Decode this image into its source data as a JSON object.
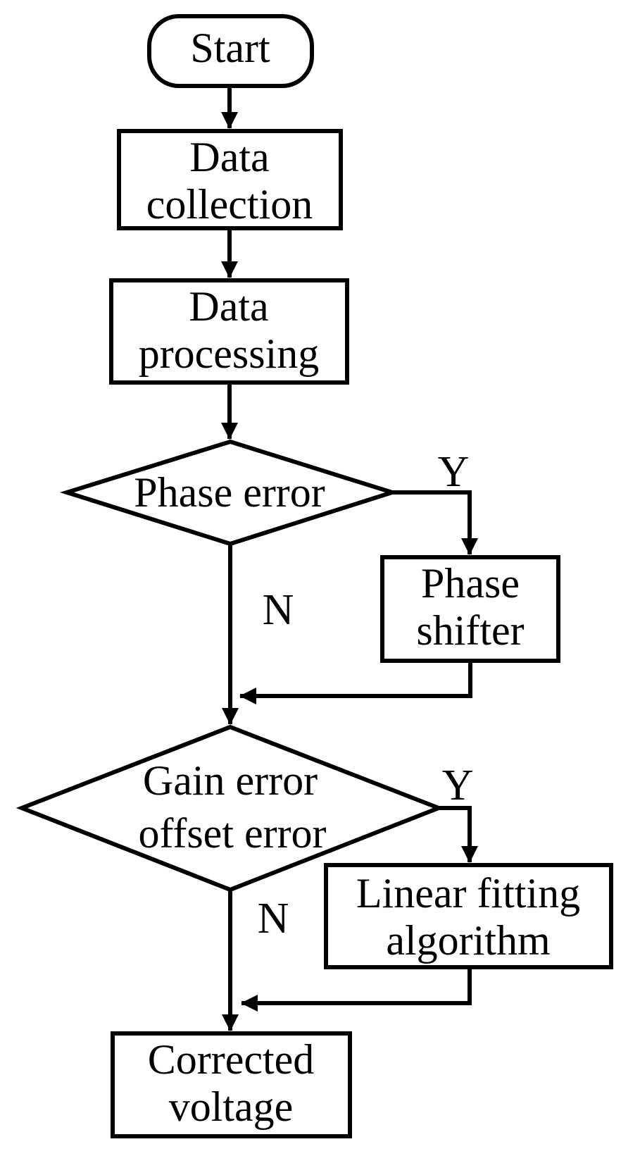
{
  "flowchart": {
    "background_color": "#ffffff",
    "stroke_color": "#000000",
    "text_color": "#000000",
    "nodes": [
      {
        "id": "start",
        "type": "terminator",
        "label": "Start"
      },
      {
        "id": "data-collection",
        "type": "process",
        "line1": "Data",
        "line2": "collection"
      },
      {
        "id": "data-processing",
        "type": "process",
        "line1": "Data",
        "line2": "processing"
      },
      {
        "id": "phase-error",
        "type": "decision",
        "label": "Phase error"
      },
      {
        "id": "phase-shifter",
        "type": "process",
        "line1": "Phase",
        "line2": "shifter"
      },
      {
        "id": "gain-offset-error",
        "type": "decision",
        "line1": "Gain error",
        "line2": "offset error"
      },
      {
        "id": "linear-fitting",
        "type": "process",
        "line1": "Linear fitting",
        "line2": "algorithm"
      },
      {
        "id": "corrected-voltage",
        "type": "process",
        "line1": "Corrected",
        "line2": "voltage"
      }
    ],
    "edges": [
      {
        "from": "start",
        "to": "data-collection",
        "label": ""
      },
      {
        "from": "data-collection",
        "to": "data-processing",
        "label": ""
      },
      {
        "from": "data-processing",
        "to": "phase-error",
        "label": ""
      },
      {
        "from": "phase-error",
        "to": "phase-shifter",
        "label": "Y"
      },
      {
        "from": "phase-error",
        "to": "gain-offset-error",
        "label": "N"
      },
      {
        "from": "phase-shifter",
        "to": "gain-offset-error",
        "label": ""
      },
      {
        "from": "gain-offset-error",
        "to": "linear-fitting",
        "label": "Y"
      },
      {
        "from": "gain-offset-error",
        "to": "corrected-voltage",
        "label": "N"
      },
      {
        "from": "linear-fitting",
        "to": "corrected-voltage",
        "label": ""
      }
    ]
  }
}
